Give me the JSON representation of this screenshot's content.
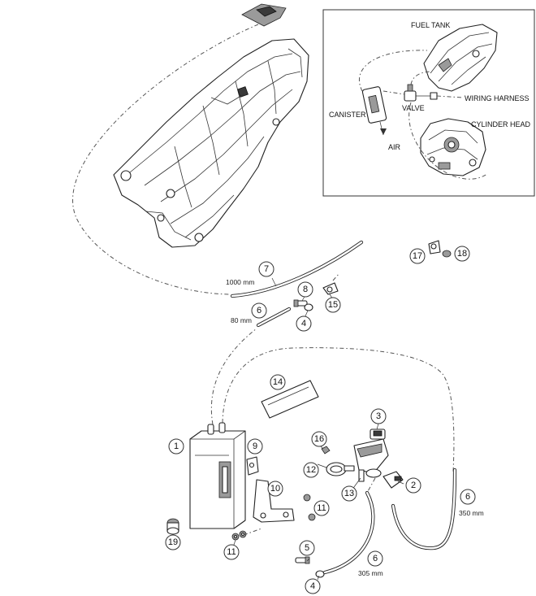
{
  "inset": {
    "labels": {
      "fuel_tank": "FUEL TANK",
      "canister": "CANISTER",
      "valve": "VALVE",
      "wiring_harness": "WIRING HARNESS",
      "cylinder_head": "CYLINDER HEAD",
      "air": "AIR"
    }
  },
  "hose_lengths": {
    "hose_7": "1000 mm",
    "hose_6_top": "80 mm",
    "hose_6_right": "350 mm",
    "hose_6_bottom": "305 mm"
  },
  "callouts": {
    "c1": "1",
    "c2": "2",
    "c3": "3",
    "c4a": "4",
    "c4b": "4",
    "c5": "5",
    "c6a": "6",
    "c6b": "6",
    "c6c": "6",
    "c7": "7",
    "c8": "8",
    "c9": "9",
    "c10": "10",
    "c11a": "11",
    "c11b": "11",
    "c12": "12",
    "c13": "13",
    "c14": "14",
    "c15": "15",
    "c16": "16",
    "c17": "17",
    "c18": "18",
    "c19": "19"
  }
}
